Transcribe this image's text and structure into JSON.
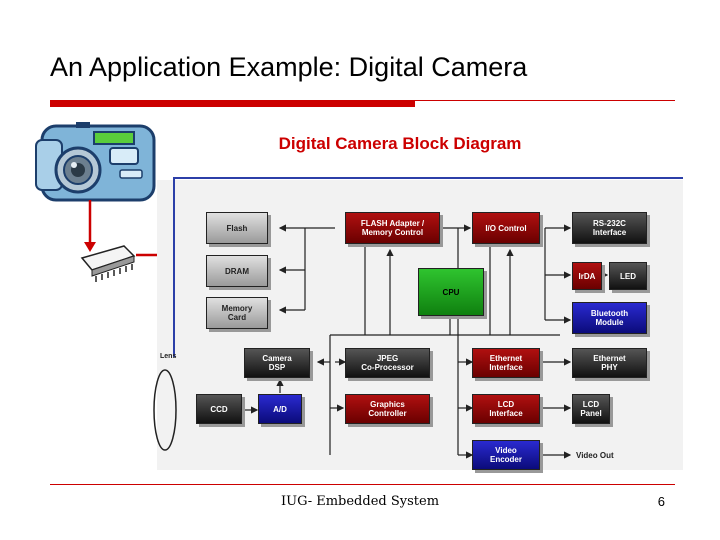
{
  "slide": {
    "title": "An Application Example: Digital Camera",
    "diagram_title": "Digital Camera Block Diagram",
    "footer": "IUG- Embedded System",
    "page_number": "6"
  },
  "colors": {
    "accent_red": "#cc0000",
    "connector_blue": "#2c3fa8",
    "cpu_green": "#22aa22",
    "block_red": "#8b0000"
  },
  "blocks": {
    "flash": "Flash",
    "dram": "DRAM",
    "memory_card": "Memory\nCard",
    "flash_adapter": "FLASH Adapter /\nMemory Control",
    "io_control": "I/O Control",
    "rs232c": "RS-232C\nInterface",
    "irda": "IrDA",
    "led": "LED",
    "cpu": "CPU",
    "bluetooth": "Bluetooth\nModule",
    "camera_dsp": "Camera\nDSP",
    "jpeg": "JPEG\nCo-Processor",
    "ethernet_interface": "Ethernet\nInterface",
    "ethernet_phy": "Ethernet\nPHY",
    "ccd": "CCD",
    "ad": "A/D",
    "graphics_controller": "Graphics\nController",
    "lcd_interface": "LCD\nInterface",
    "lcd_panel": "LCD\nPanel",
    "video_encoder": "Video\nEncoder"
  },
  "labels": {
    "video_out": "Video Out",
    "lens": "Lens"
  },
  "icons": [
    "camera-illustration-icon",
    "memory-chip-icon",
    "lens-icon"
  ]
}
